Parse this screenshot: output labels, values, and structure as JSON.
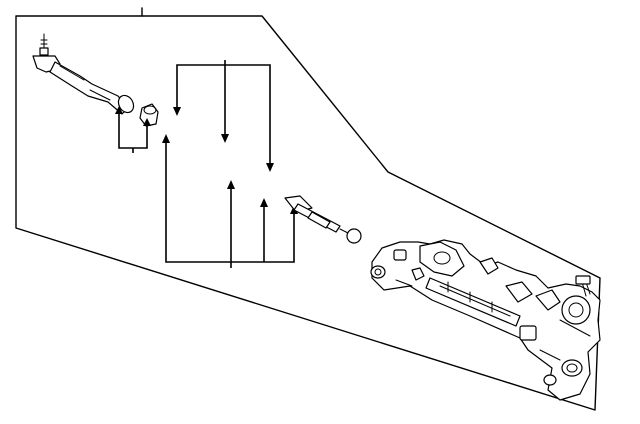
{
  "diagram": {
    "kind": "exploded parts illustration",
    "parts": [
      "outer-tie-rod-end",
      "jam-nut",
      "inner-tie-rod",
      "steering-rack-gear-assembly"
    ],
    "line_color": "#000000",
    "background": "#ffffff"
  }
}
